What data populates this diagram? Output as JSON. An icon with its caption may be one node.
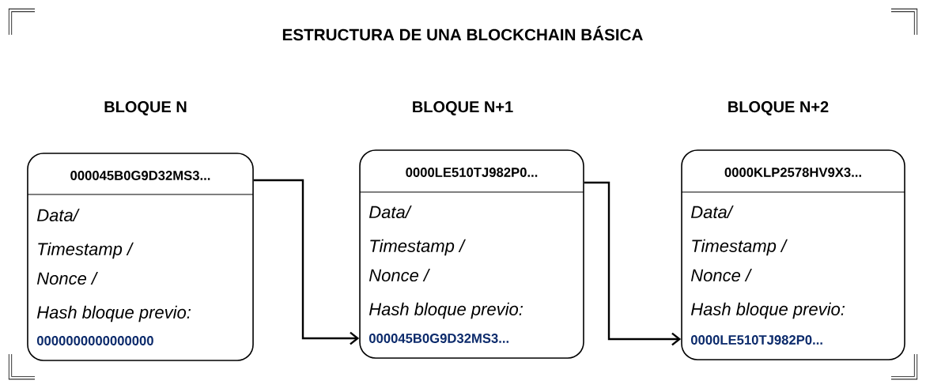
{
  "diagram": {
    "title": "ESTRUCTURA DE UNA BLOCKCHAIN BÁSICA",
    "nodes": [
      {
        "text": [
          "000045B0G9D32MS3...",
          "Data/",
          "Timestamp /",
          "Nonce /",
          "Hash bloque previo:",
          "0000000000000000"
        ]
      },
      {
        "text": [
          "0000LE510TJ982P0...",
          "Data/",
          "Timestamp /",
          "Nonce /",
          "Hash bloque previo:",
          "000045B0G9D32MS3..."
        ]
      },
      {
        "text": [
          "0000KLP2578HV9X3...",
          "Data/",
          "Timestamp /",
          "Nonce /",
          "Hash bloque previo:",
          "0000LE510TJ982P0..."
        ]
      }
    ],
    "edges": [
      {
        "from": 0,
        "to": 1,
        "arrow": "to"
      },
      {
        "from": 1,
        "to": 2,
        "arrow": "to"
      }
    ],
    "labels": [
      "BLOQUE N",
      "BLOQUE N+1",
      "BLOQUE N+2"
    ]
  }
}
